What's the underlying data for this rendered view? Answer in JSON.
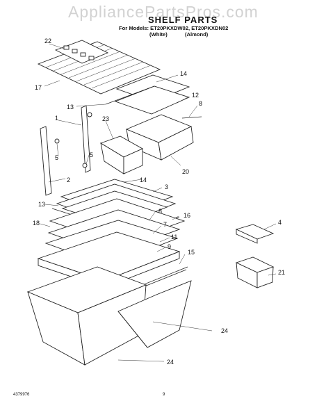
{
  "watermark": "AppliancePartsPros.com",
  "header": {
    "title": "SHELF PARTS",
    "models_line": "For Models: ET20PKXDW02, ET20PKXDN02",
    "variant_white": "(White)",
    "variant_almond": "(Almond)"
  },
  "callouts": {
    "c22": "22",
    "c17": "17",
    "c14a": "14",
    "c12": "12",
    "c13a": "13",
    "c8a": "8",
    "c23": "23",
    "c1": "1",
    "c5a": "5",
    "c5b": "5",
    "c20": "20",
    "c2": "2",
    "c14b": "14",
    "c3": "3",
    "c13b": "13",
    "c8b": "8",
    "c16": "16",
    "c18": "18",
    "c7": "7",
    "c11": "11",
    "c9": "9",
    "c15": "15",
    "c4": "4",
    "c21": "21",
    "c24a": "24",
    "c24b": "24"
  },
  "footer": {
    "doc_number": "4379976",
    "page_number": "9"
  }
}
